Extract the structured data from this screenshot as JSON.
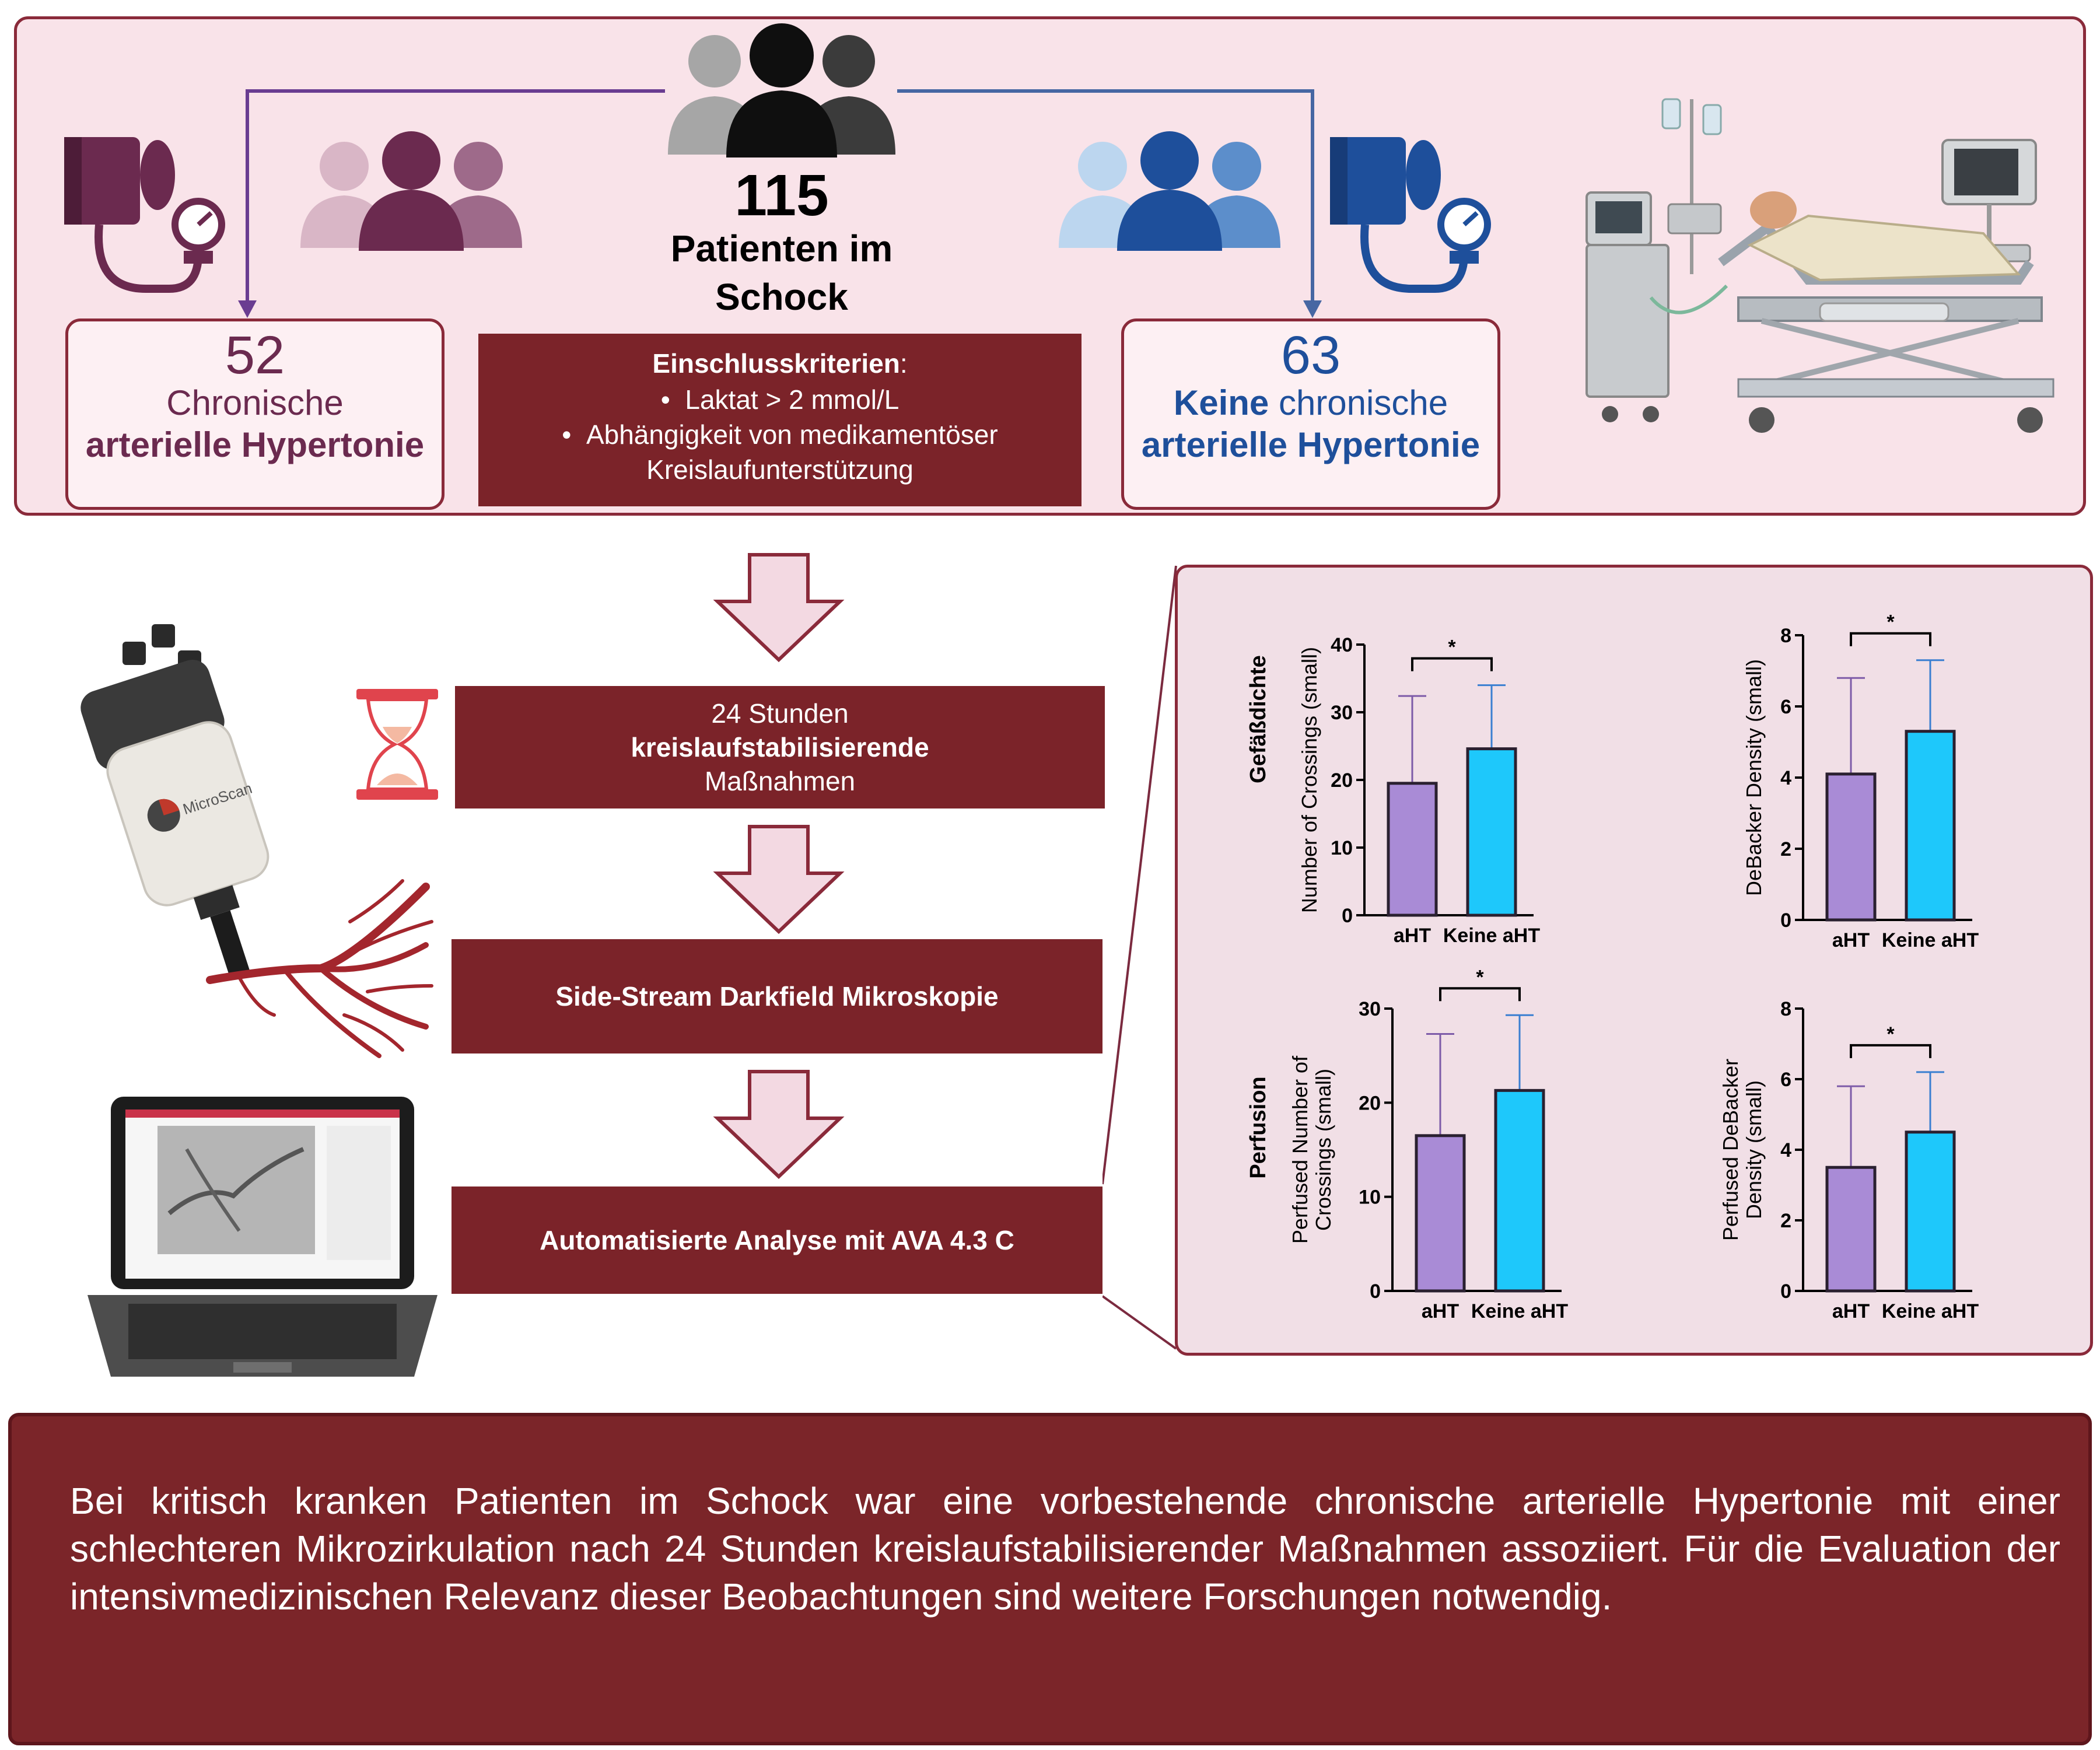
{
  "top": {
    "total": {
      "count": "115",
      "label_line1": "Patienten im",
      "label_line2": "Schock"
    },
    "left_group": {
      "count": "52",
      "line1": "Chronische",
      "line2": "arterielle Hypertonie"
    },
    "right_group": {
      "count": "63",
      "line1_bold": "Keine",
      "line1_rest": " chronische",
      "line2": "arterielle Hypertonie"
    },
    "criteria": {
      "title": "Einschlusskriterien",
      "colon": ":",
      "items": [
        "Laktat > 2 mmol/L",
        "Abhängigkeit von medikamentöser",
        "Kreislaufunterstützung"
      ]
    }
  },
  "steps": {
    "step1": {
      "line1": "24 Stunden",
      "line2": "kreislaufstabilisierende",
      "line3": "Maßnahmen"
    },
    "step2": {
      "label": "Side-Stream Darkfield Mikroskopie"
    },
    "step3": {
      "label": "Automatisierte Analyse mit AVA 4.3 C"
    }
  },
  "device": {
    "brand_text": "MicroScan"
  },
  "row_labels": {
    "density": "Gefäßdichte",
    "perfusion": "Perfusion"
  },
  "chart_data": [
    {
      "type": "bar",
      "categories": [
        "aHT",
        "Keine aHT"
      ],
      "values": [
        19.5,
        24.6
      ],
      "error_upper": [
        32.4,
        34.0
      ],
      "ylabel_lines": [
        "Number of Crossings (small)"
      ],
      "ylim": [
        0,
        40
      ],
      "yticks": [
        0,
        10,
        20,
        30,
        40
      ],
      "significance": "*",
      "colors": [
        "#a98bd6",
        "#1ec8fb"
      ]
    },
    {
      "type": "bar",
      "categories": [
        "aHT",
        "Keine aHT"
      ],
      "values": [
        4.1,
        5.3
      ],
      "error_upper": [
        6.8,
        7.3
      ],
      "ylabel_lines": [
        "DeBacker Density (small)"
      ],
      "ylim": [
        0,
        8
      ],
      "yticks": [
        0,
        2,
        4,
        6,
        8
      ],
      "significance": "*",
      "colors": [
        "#a98bd6",
        "#1ec8fb"
      ]
    },
    {
      "type": "bar",
      "categories": [
        "aHT",
        "Keine aHT"
      ],
      "values": [
        16.5,
        21.3
      ],
      "error_upper": [
        27.3,
        29.3
      ],
      "ylabel_lines": [
        "Perfused Number of",
        "Crossings (small)"
      ],
      "ylim": [
        0,
        30
      ],
      "yticks": [
        0,
        10,
        20,
        30
      ],
      "significance": "*",
      "colors": [
        "#a98bd6",
        "#1ec8fb"
      ]
    },
    {
      "type": "bar",
      "categories": [
        "aHT",
        "Keine aHT"
      ],
      "values": [
        3.5,
        4.5
      ],
      "error_upper": [
        5.8,
        6.2
      ],
      "ylabel_lines": [
        "Perfused DeBacker",
        "Density (small)"
      ],
      "ylim": [
        0,
        8
      ],
      "yticks": [
        0,
        2,
        4,
        6,
        8
      ],
      "significance": "*",
      "colors": [
        "#a98bd6",
        "#1ec8fb"
      ]
    }
  ],
  "conclusion": {
    "text": "Bei kritisch kranken Patienten im Schock war eine vorbestehende chronische arterielle Hypertonie mit einer schlechteren Mikrozirkulation nach 24 Stunden kreislaufstabilisierender Maßnahmen assoziiert. Für die Evaluation der intensivmedizinischen Relevanz dieser Beobachtungen sind weitere Forschungen notwendig."
  },
  "colors": {
    "burgundy": "#7b2329",
    "purple_group": "#6b2a4f",
    "blue_group": "#1e4f9b",
    "panel_pink": "#f9e3e9",
    "bar_aht": "#a98bd6",
    "bar_keine": "#1ec8fb"
  },
  "icons": [
    "people-group-icon",
    "blood-pressure-cuff-icon",
    "icu-bed-icon",
    "hourglass-icon",
    "microscope-device-icon",
    "blood-vessels-icon",
    "laptop-icon",
    "down-arrow-icon"
  ]
}
